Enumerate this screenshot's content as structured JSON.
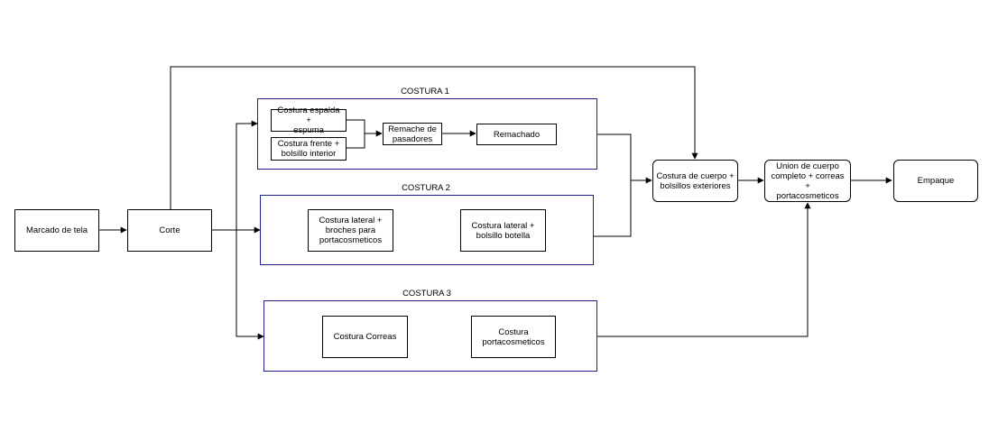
{
  "groups": {
    "costura1": "COSTURA 1",
    "costura2": "COSTURA 2",
    "costura3": "COSTURA 3"
  },
  "nodes": {
    "marcado": "Marcado de tela",
    "corte": "Corte",
    "espalda": "Costura espalda +\nespuma",
    "frente": "Costura frente +\nbolsillo interior",
    "remache_pasadores": "Remache de\npasadores",
    "remachado": "Remachado",
    "lateral_broches": "Costura lateral +\nbroches para\nportacosmeticos",
    "lateral_botella": "Costura lateral +\nbolsillo botella",
    "correas": "Costura Correas",
    "portacosmeticos": "Costura\nportacosmeticos",
    "cuerpo": "Costura de cuerpo +\nbolsillos exteriores",
    "union": "Union de cuerpo\ncompleto + correas +\nportacosmeticos",
    "empaque": "Empaque"
  },
  "colors": {
    "line": "#000000",
    "group_border": "#1f1f8f"
  }
}
